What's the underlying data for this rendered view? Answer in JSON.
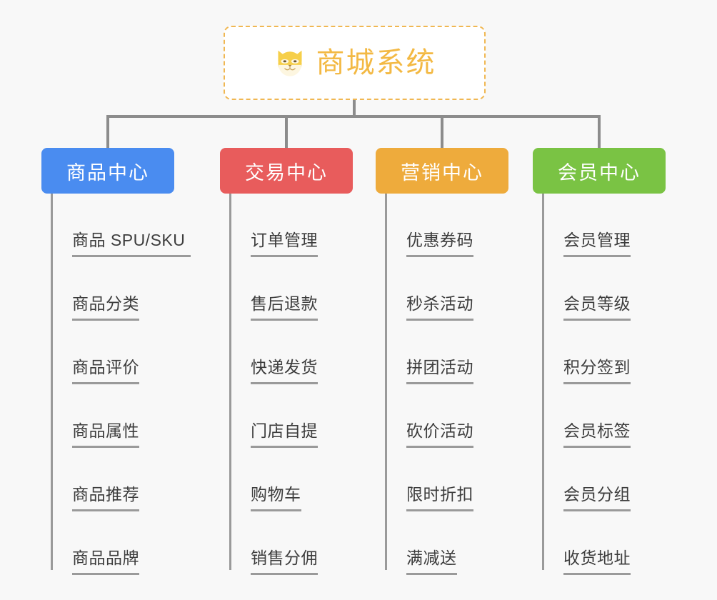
{
  "background_color": "#f8f8f8",
  "root": {
    "title": "商城系统",
    "icon": "shiba-dog-face-icon",
    "border_color": "#f0b752",
    "text_color": "#f3b944",
    "background": "#ffffff"
  },
  "connector_color": "#8c8c8c",
  "leaf_line_color": "#9a9a9a",
  "leaf_text_color": "#3d3d3d",
  "columns": [
    {
      "title": "商品中心",
      "color": "#4a8cf0",
      "items": [
        {
          "label": "商品 SPU/SKU"
        },
        {
          "label": "商品分类"
        },
        {
          "label": "商品评价"
        },
        {
          "label": "商品属性"
        },
        {
          "label": "商品推荐"
        },
        {
          "label": "商品品牌"
        }
      ]
    },
    {
      "title": "交易中心",
      "color": "#e85c5c",
      "items": [
        {
          "label": "订单管理"
        },
        {
          "label": "售后退款"
        },
        {
          "label": "快递发货"
        },
        {
          "label": "门店自提"
        },
        {
          "label": "购物车"
        },
        {
          "label": "销售分佣"
        }
      ]
    },
    {
      "title": "营销中心",
      "color": "#eeab3c",
      "items": [
        {
          "label": "优惠券码"
        },
        {
          "label": "秒杀活动"
        },
        {
          "label": "拼团活动"
        },
        {
          "label": "砍价活动"
        },
        {
          "label": "限时折扣"
        },
        {
          "label": "满减送"
        }
      ]
    },
    {
      "title": "会员中心",
      "color": "#7ac344",
      "items": [
        {
          "label": "会员管理"
        },
        {
          "label": "会员等级"
        },
        {
          "label": "积分签到"
        },
        {
          "label": "会员标签"
        },
        {
          "label": "会员分组"
        },
        {
          "label": "收货地址"
        }
      ]
    }
  ]
}
